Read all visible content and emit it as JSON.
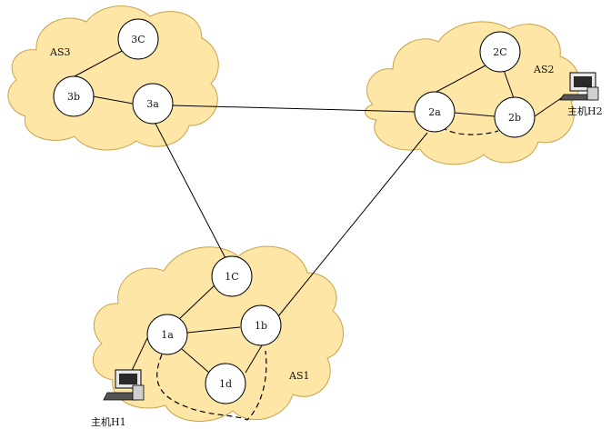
{
  "autonomous_systems": [
    {
      "id": "as3",
      "label": "AS3"
    },
    {
      "id": "as2",
      "label": "AS2"
    },
    {
      "id": "as1",
      "label": "AS1"
    }
  ],
  "routers": [
    {
      "id": "3c",
      "label": "3C"
    },
    {
      "id": "3b",
      "label": "3b"
    },
    {
      "id": "3a",
      "label": "3a"
    },
    {
      "id": "2c",
      "label": "2C"
    },
    {
      "id": "2a",
      "label": "2a"
    },
    {
      "id": "2b",
      "label": "2b"
    },
    {
      "id": "1c",
      "label": "1C"
    },
    {
      "id": "1a",
      "label": "1a"
    },
    {
      "id": "1b",
      "label": "1b"
    },
    {
      "id": "1d",
      "label": "1d"
    }
  ],
  "hosts": [
    {
      "id": "h1",
      "label": "主机H1",
      "icon": "computer-icon"
    },
    {
      "id": "h2",
      "label": "主机H2",
      "icon": "computer-icon"
    }
  ],
  "colors": {
    "cloud_fill": "#fde6a6",
    "cloud_stroke": "#c9a24a",
    "node_fill": "#ffffff",
    "node_stroke": "#000000",
    "link": "#000000"
  }
}
